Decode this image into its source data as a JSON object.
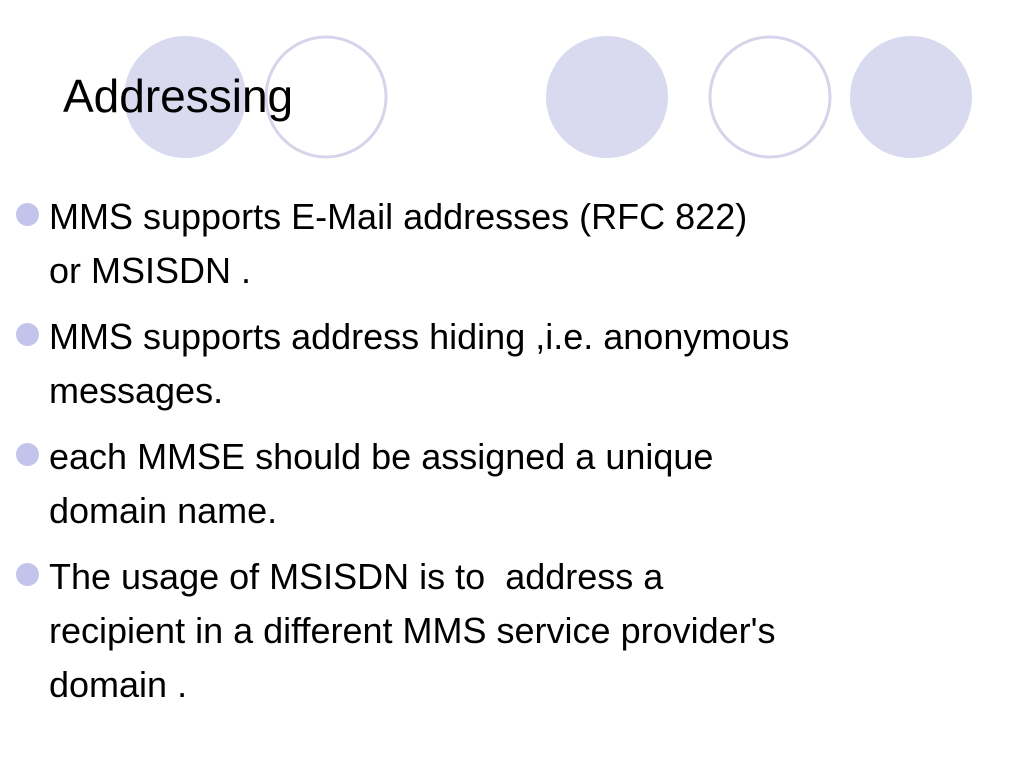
{
  "slide": {
    "title": "Addressing",
    "bullets": [
      "MMS supports E-Mail addresses (RFC 822)\nor MSISDN .",
      "MMS supports address hiding ,i.e. anonymous\nmessages.",
      "each MMSE should be assigned a unique\ndomain name.",
      "The usage of MSISDN is to  address a\nrecipient in a different MMS service provider's\ndomain ."
    ]
  },
  "colors": {
    "accent_fill": "#d9d9ef",
    "accent_stroke": "#d6d4ea",
    "bullet": "#c3c3ec",
    "text": "#000000",
    "background": "#ffffff"
  }
}
